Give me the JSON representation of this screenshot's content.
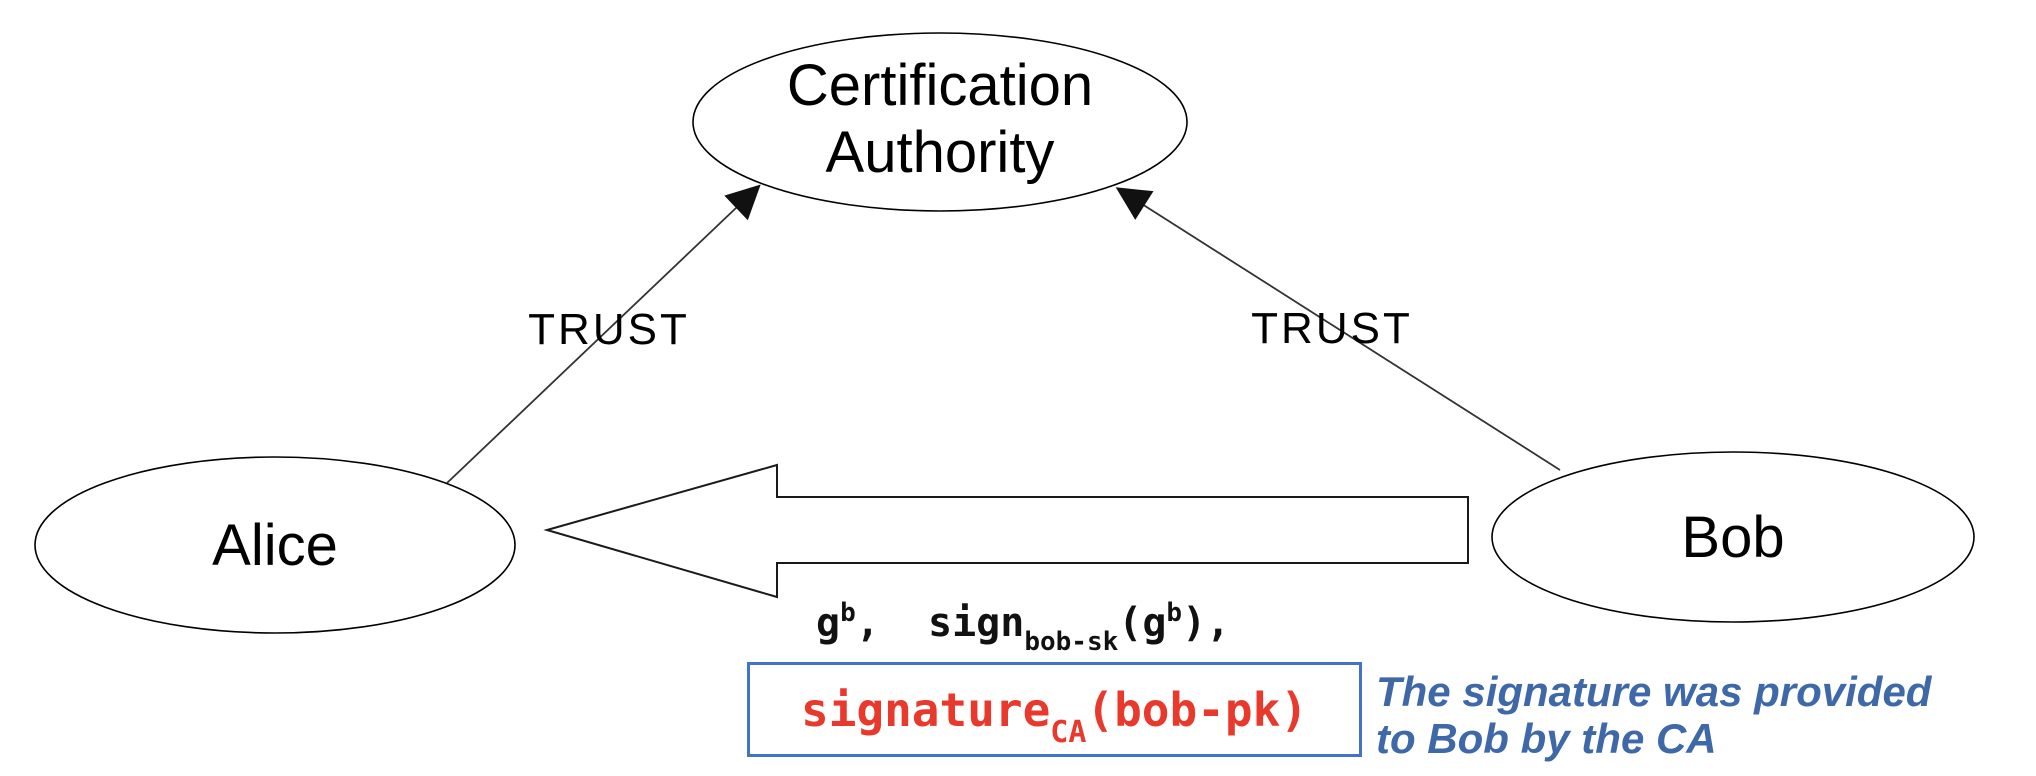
{
  "nodes": {
    "certification_authority": {
      "label": "Certification Authority"
    },
    "alice": {
      "label": "Alice"
    },
    "bob": {
      "label": "Bob"
    }
  },
  "trust_edges": {
    "alice_to_ca": {
      "label": "TRUST"
    },
    "bob_to_ca": {
      "label": "TRUST"
    }
  },
  "key_exchange_message": {
    "base": "g",
    "exponent": "b",
    "separator": ",  sign",
    "sign_subscript": "bob-sk",
    "arg_open": "(g",
    "arg_exponent": "b",
    "arg_close": "),"
  },
  "ca_signature": {
    "function": "signature",
    "subscript": "CA",
    "argument": "(bob-pk)"
  },
  "annotation": {
    "line1": "The signature was provided",
    "line2": "to Bob by the CA"
  },
  "colors": {
    "signature_box_border": "#4472c4",
    "signature_text": "#e8392c",
    "annotation_text": "#3e68a8",
    "shape_stroke": "#000000"
  }
}
